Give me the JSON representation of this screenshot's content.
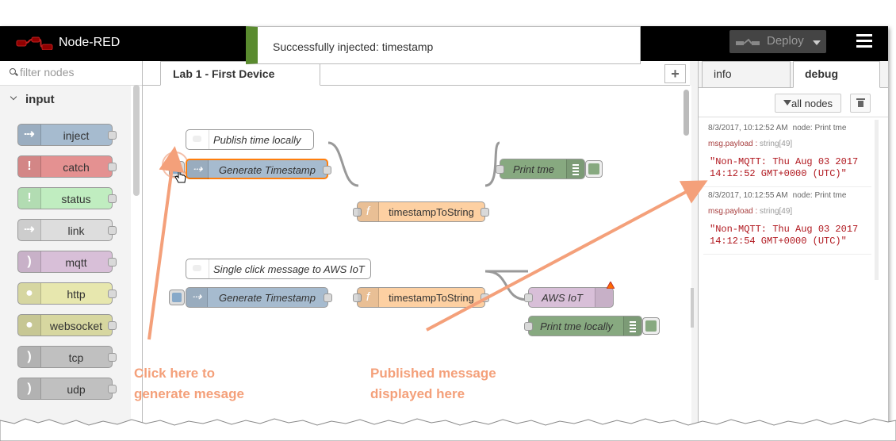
{
  "app": {
    "title": "Node-RED"
  },
  "header": {
    "deploy_label": "Deploy"
  },
  "toast": {
    "message": "Successfully injected: timestamp"
  },
  "palette": {
    "filter_placeholder": "filter nodes",
    "category": "input",
    "nodes": [
      {
        "label": "inject",
        "color": "#a6bbcf",
        "icon": "arrow-in-icon"
      },
      {
        "label": "catch",
        "color": "#e49191",
        "icon": "exclamation-icon"
      },
      {
        "label": "status",
        "color": "#c0edc0",
        "icon": "exclamation-icon"
      },
      {
        "label": "link",
        "color": "#dddddd",
        "icon": "link-in-icon"
      },
      {
        "label": "mqtt",
        "color": "#d8bfd8",
        "icon": "bridge-icon"
      },
      {
        "label": "http",
        "color": "#e7e7ae",
        "icon": "globe-icon"
      },
      {
        "label": "websocket",
        "color": "#d7d7a0",
        "icon": "globe-icon"
      },
      {
        "label": "tcp",
        "color": "#c0c0c0",
        "icon": "bridge-icon"
      },
      {
        "label": "udp",
        "color": "#c0c0c0",
        "icon": "bridge-icon"
      }
    ]
  },
  "workspace": {
    "tab": "Lab 1 - First Device"
  },
  "flow": {
    "comment1": "Publish time locally",
    "comment2": "Single click message to AWS IoT",
    "inject1": "Generate Timestamp",
    "function1": "timestampToString",
    "debug1": "Print tme",
    "inject2": "Generate Timestamp",
    "function2": "timestampToString",
    "aws": "AWS IoT",
    "debug2": "Print tme locally"
  },
  "annotations": {
    "left_line1": "Click here to",
    "left_line2": "generate mesage",
    "mid_line1": "Published message",
    "mid_line2": "displayed here",
    "color": "#f4a07a"
  },
  "sidebar": {
    "tab_info": "info",
    "tab_debug": "debug",
    "filter_label": "all nodes",
    "messages": [
      {
        "time": "8/3/2017, 10:12:52 AM",
        "node": "node: Print tme",
        "prefix": "msg.payload : ",
        "type": "string[49]",
        "value": "\"Non-MQTT: Thu Aug 03 2017 14:12:52 GMT+0000 (UTC)\""
      },
      {
        "time": "8/3/2017, 10:12:55 AM",
        "node": "node: Print tme",
        "prefix": "msg.payload : ",
        "type": "string[49]",
        "value": "\"Non-MQTT: Thu Aug 03 2017 14:12:54 GMT+0000 (UTC)\""
      }
    ]
  }
}
